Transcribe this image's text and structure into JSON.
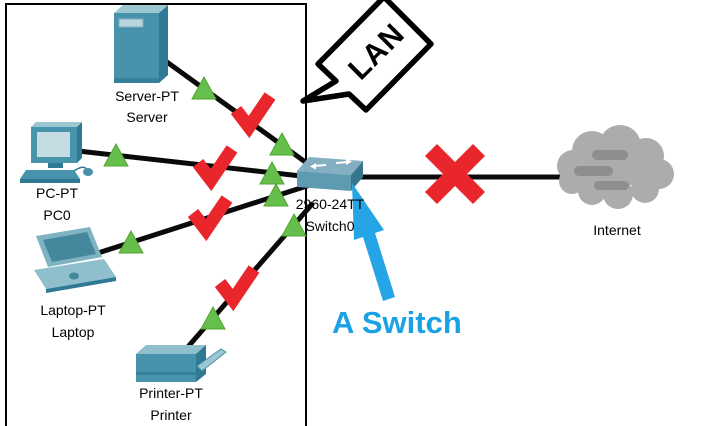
{
  "title": "Packet Tracer style network topology",
  "colors": {
    "accent_blue": "#1BA2E4",
    "status_green": "#66BE4D",
    "status_red": "#E8262C",
    "device_teal": "#4793AB",
    "cloud_gray": "#ACACAC",
    "link_black": "#0A0A0A"
  },
  "lan": {
    "callout_label": "LAN"
  },
  "annotation": {
    "switch_callout_label": "A Switch"
  },
  "devices": {
    "server": {
      "model": "Server-PT",
      "name": "Server"
    },
    "pc": {
      "model": "PC-PT",
      "name": "PC0"
    },
    "laptop": {
      "model": "Laptop-PT",
      "name": "Laptop"
    },
    "printer": {
      "model": "Printer-PT",
      "name": "Printer"
    },
    "switch": {
      "model": "2960-24TT",
      "name": "Switch0"
    },
    "internet": {
      "name": "Internet"
    }
  },
  "links": [
    {
      "from": "Server",
      "to": "Switch0",
      "markers": [
        "green-triangle-up",
        "red-check",
        "green-triangle-up"
      ]
    },
    {
      "from": "PC0",
      "to": "Switch0",
      "markers": [
        "green-triangle-up",
        "red-check",
        "green-triangle-up"
      ]
    },
    {
      "from": "Laptop",
      "to": "Switch0",
      "markers": [
        "green-triangle-up",
        "red-check",
        "green-triangle-up"
      ]
    },
    {
      "from": "Printer",
      "to": "Switch0",
      "markers": [
        "green-triangle-up",
        "red-check",
        "green-triangle-up"
      ]
    },
    {
      "from": "Switch0",
      "to": "Internet",
      "markers": [
        "red-x"
      ]
    }
  ]
}
